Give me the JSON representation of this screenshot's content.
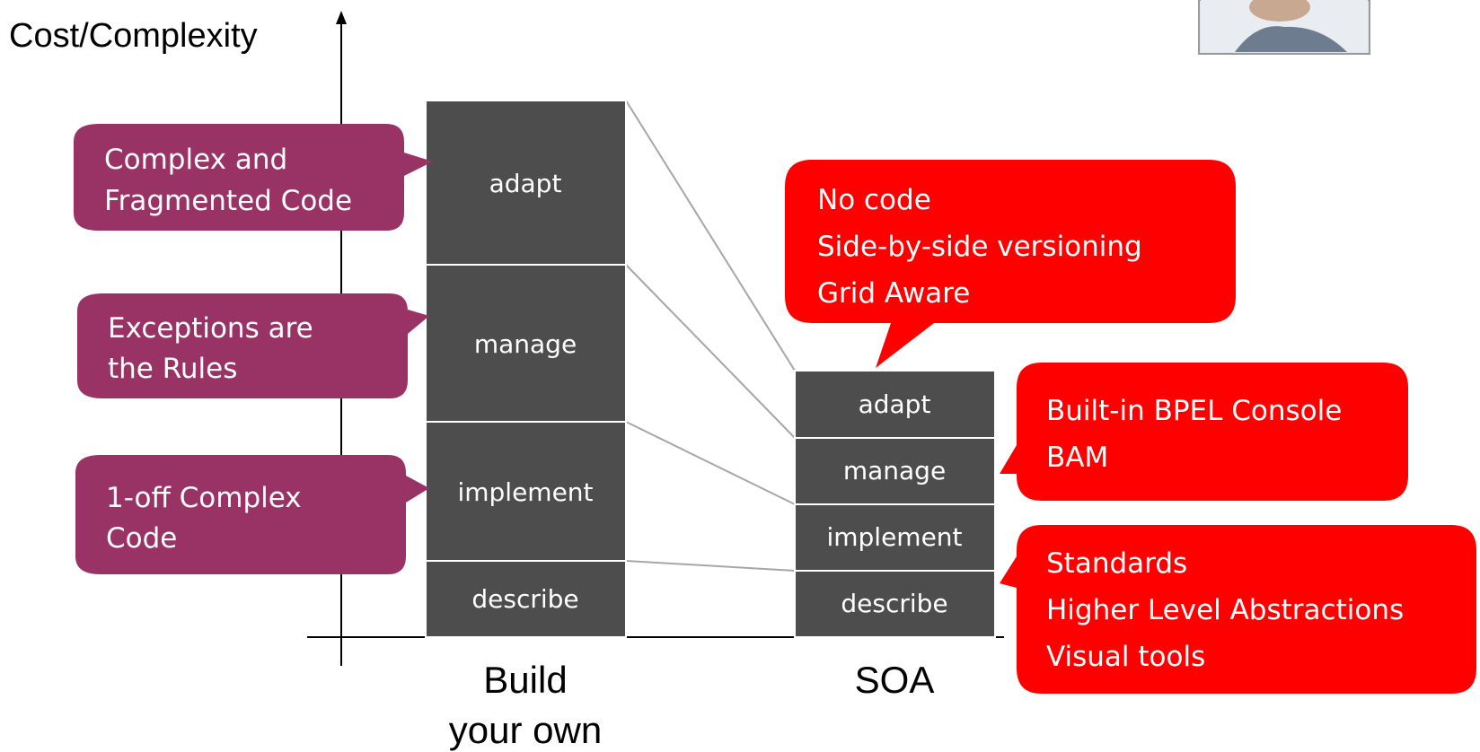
{
  "axis": {
    "y_label": "Cost/Complexity"
  },
  "columns": [
    {
      "label_lines": [
        "Build",
        "your own"
      ],
      "blocks": [
        "adapt",
        "manage",
        "implement",
        "describe"
      ]
    },
    {
      "label_lines": [
        "SOA"
      ],
      "blocks": [
        "adapt",
        "manage",
        "implement",
        "describe"
      ]
    }
  ],
  "left_callouts": [
    {
      "lines": [
        "Complex and",
        "Fragmented Code"
      ]
    },
    {
      "lines": [
        "Exceptions are",
        "the Rules"
      ]
    },
    {
      "lines": [
        "1-off Complex",
        "Code"
      ]
    }
  ],
  "right_callouts": [
    {
      "lines": [
        "No code",
        "Side-by-side versioning",
        "Grid Aware"
      ]
    },
    {
      "lines": [
        "Built-in BPEL Console",
        "BAM"
      ]
    },
    {
      "lines": [
        "Standards",
        "Higher Level Abstractions",
        "Visual tools"
      ]
    }
  ],
  "colors": {
    "block_fill": "#4d4d4d",
    "left_callout_fill": "#993366",
    "right_callout_fill": "#ff0000",
    "connector_line": "#a6a6a6",
    "axis": "#000000"
  },
  "icons": {
    "portrait": "portrait-photo-icon"
  }
}
